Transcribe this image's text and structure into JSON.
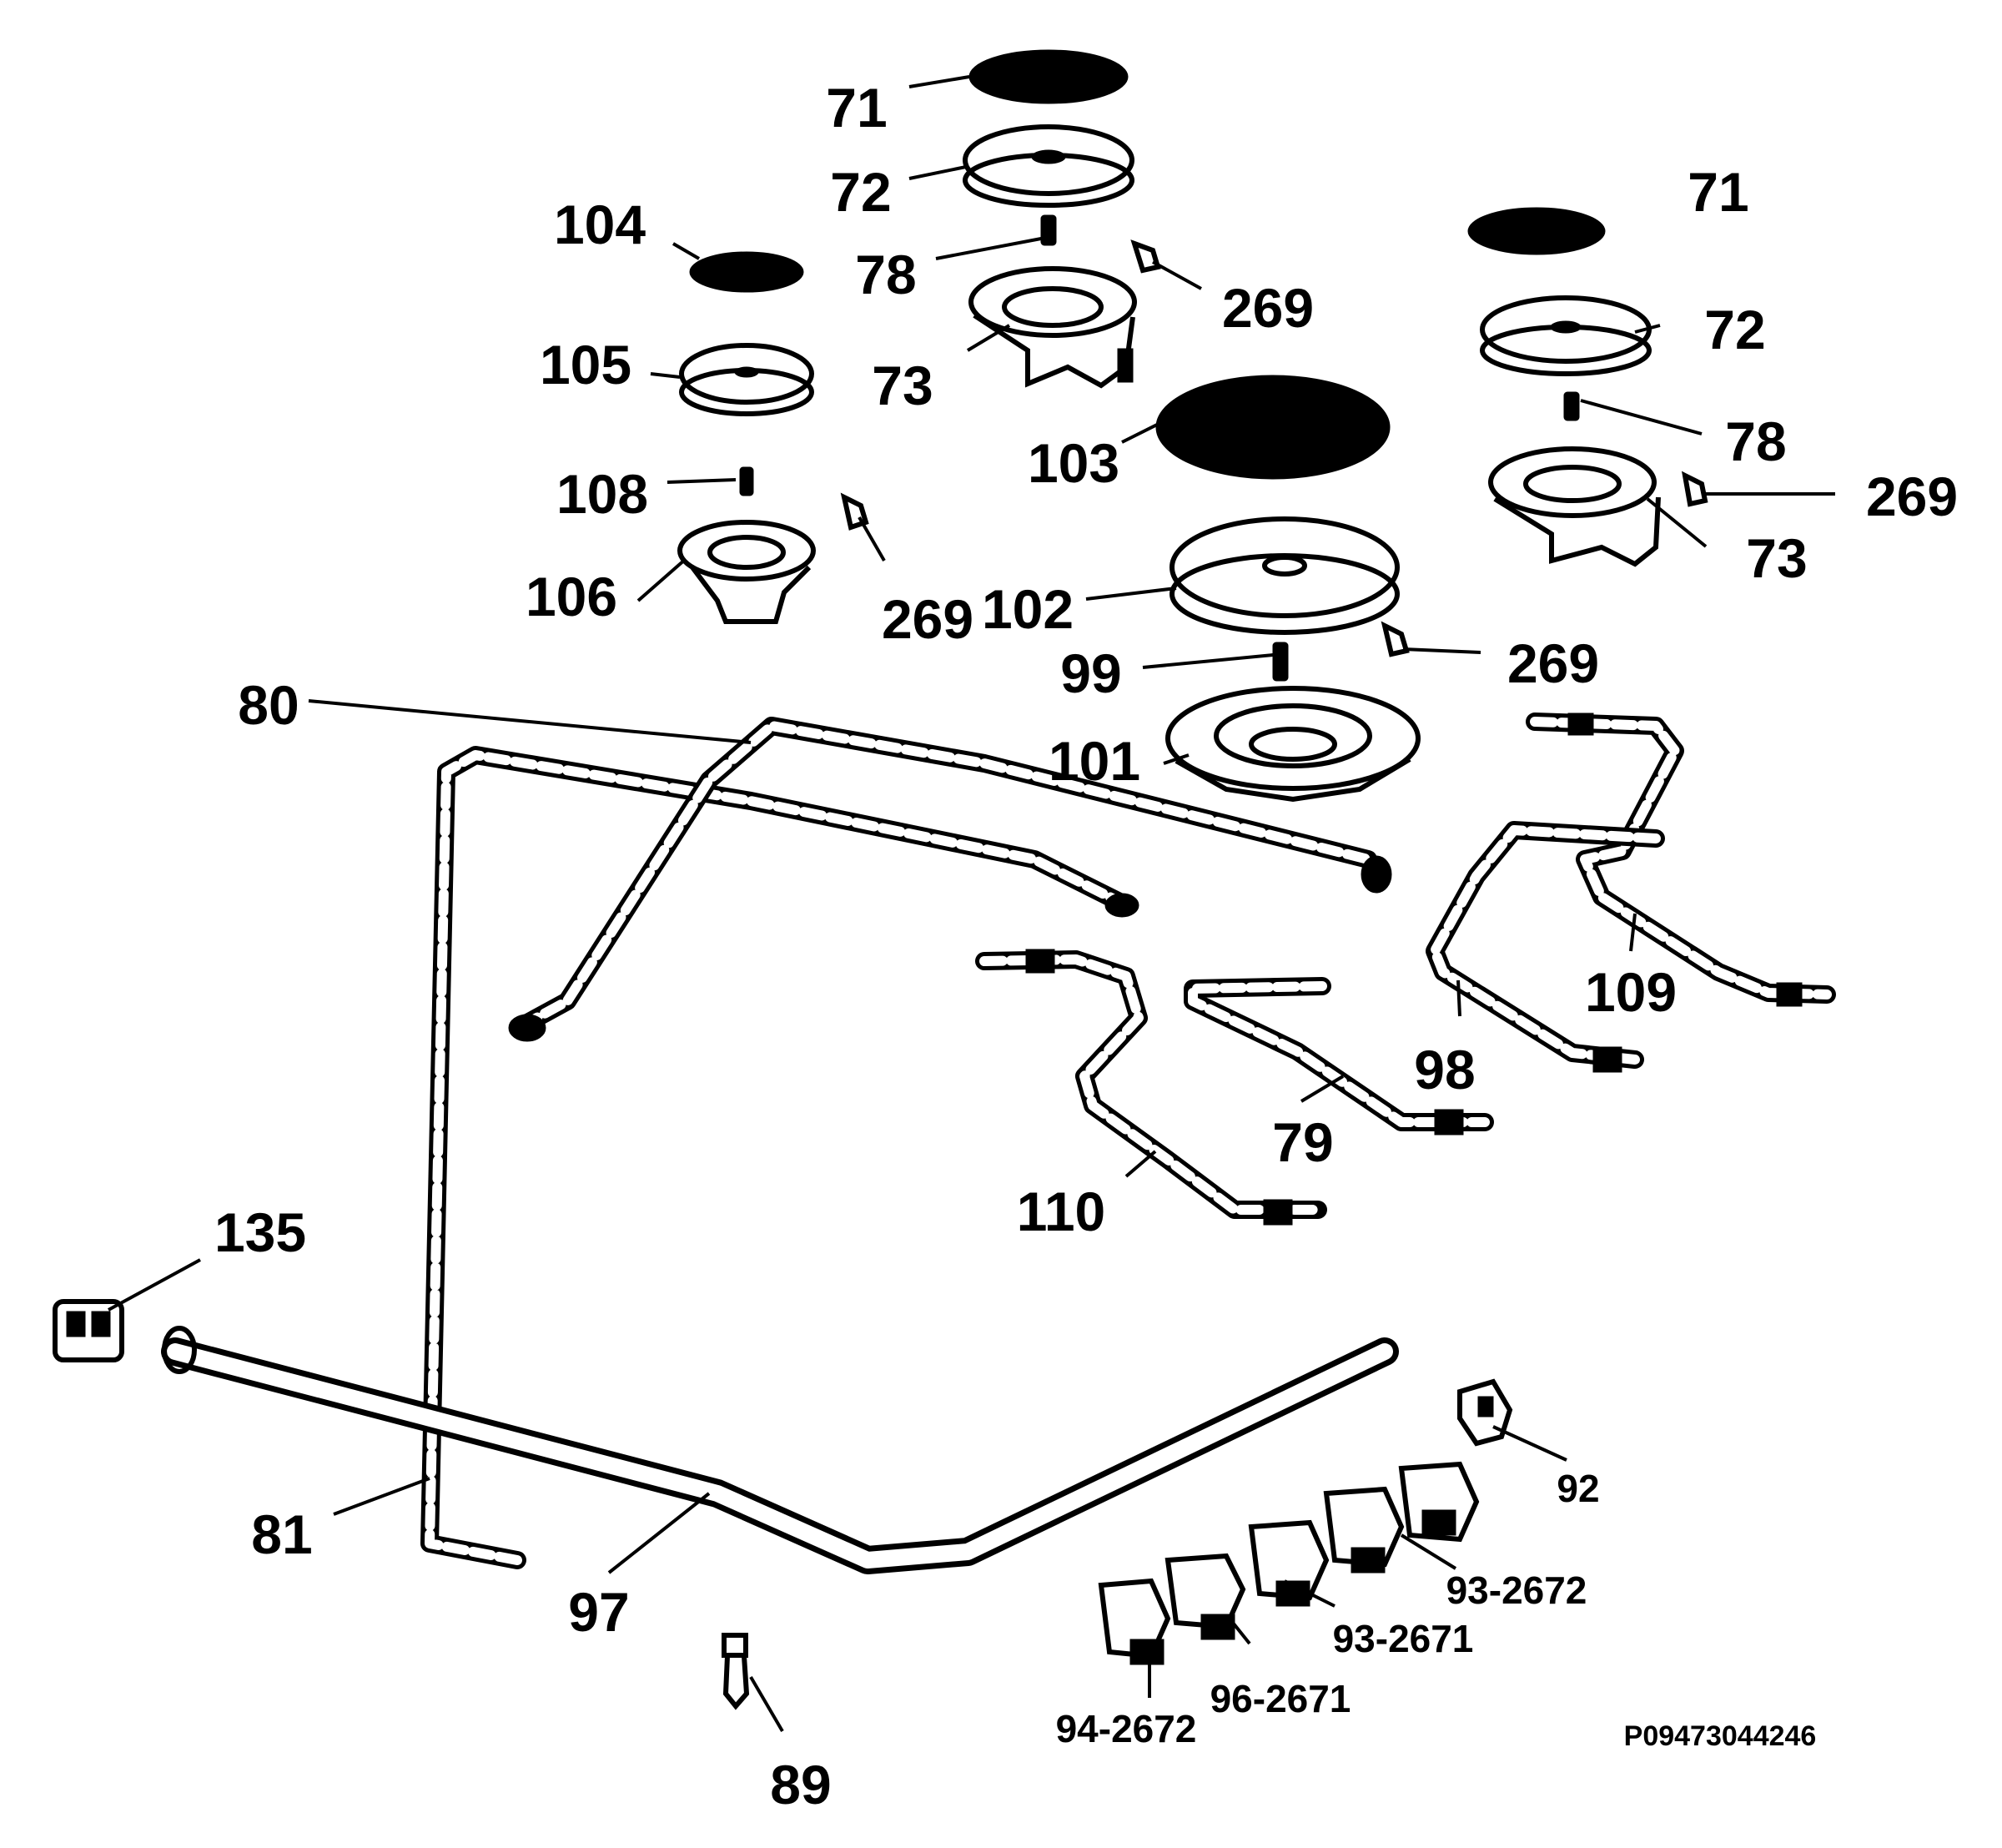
{
  "labels": {
    "l71a": "71",
    "l72a": "72",
    "l104": "104",
    "l78a": "78",
    "l269a": "269",
    "l71b": "71",
    "l105": "105",
    "l73a": "73",
    "l72b": "72",
    "l103": "103",
    "l78b": "78",
    "l108": "108",
    "l269b": "269",
    "l73b": "73",
    "l106": "106",
    "l269c": "269",
    "l102": "102",
    "l99": "99",
    "l269d": "269",
    "l80": "80",
    "l101": "101",
    "l109": "109",
    "l98": "98",
    "l79": "79",
    "l110": "110",
    "l135": "135",
    "l92": "92",
    "l81": "81",
    "l97": "97",
    "l93_2672": "93-2672",
    "l93_2671": "93-2671",
    "l96_2671": "96-2671",
    "l94_2672": "94-2672",
    "l89": "89",
    "code": "P09473044246"
  }
}
